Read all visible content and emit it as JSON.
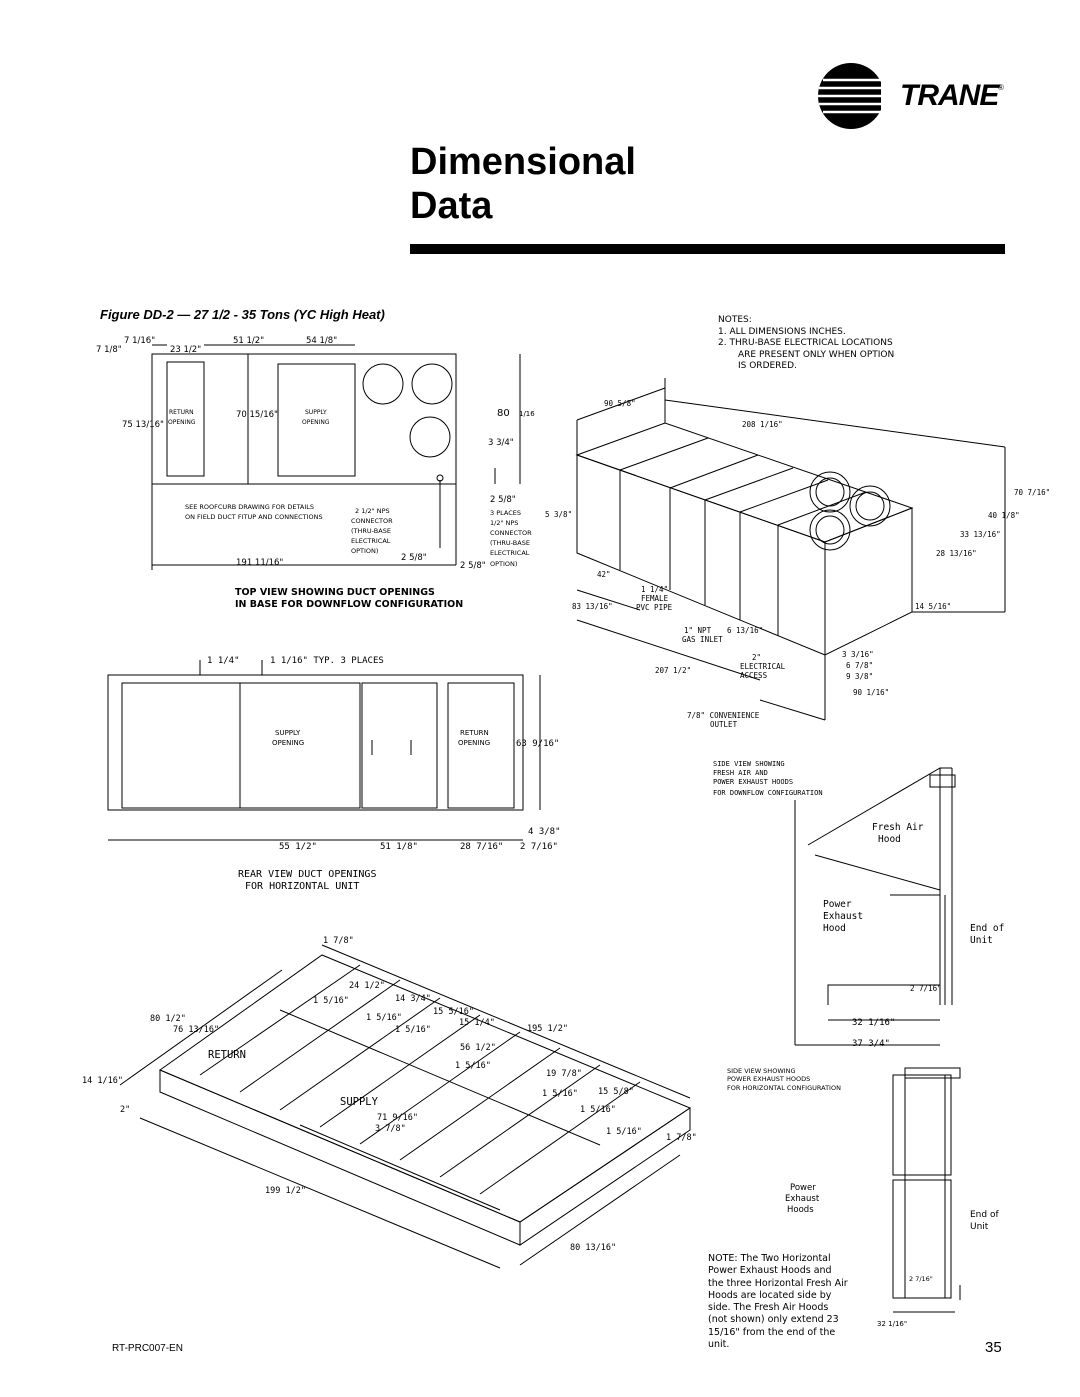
{
  "brand": {
    "name": "TRANE",
    "registered": "®"
  },
  "page": {
    "title_line1": "Dimensional",
    "title_line2": "Data",
    "figure_caption": "Figure DD-2 — 27 1/2 - 35 Tons (YC High Heat)",
    "doc_id": "RT-PRC007-EN",
    "page_number": "35"
  },
  "notes": {
    "heading": "NOTES:",
    "n1": "1.  ALL DIMENSIONS INCHES.",
    "n2a": "2.  THRU-BASE ELECTRICAL LOCATIONS",
    "n2b": "ARE PRESENT ONLY WHEN OPTION",
    "n2c": "IS ORDERED."
  },
  "top_view": {
    "caption1": "TOP VIEW SHOWING DUCT OPENINGS",
    "caption2": "IN BASE FOR DOWNFLOW CONFIGURATION",
    "d_7_1_16": "7 1/16\"",
    "d_7_1_8": "7 1/8\"",
    "d_23_1_2": "23 1/2\"",
    "d_51_1_2": "51 1/2\"",
    "d_54_1_8": "54 1/8\"",
    "d_75_13_16": "75 13/16\"",
    "d_70_15_16": "70 15/16\"",
    "d_80_1_16": "80",
    "d_80_1_16b": "1/16",
    "d_3_3_4": "3 3/4\"",
    "d_2_5_8": "2 5/8\"",
    "d_191": "191 11/16\"",
    "d_2_5_8b": "2 5/8\"",
    "d_2_5_8c": "2 5/8\"",
    "return1": "RETURN",
    "return2": "OPENING",
    "supply1": "SUPPLY",
    "supply2": "OPENING",
    "see1": "SEE ROOFCURB DRAWING FOR DETAILS",
    "see2": "ON FIELD DUCT FITUP AND CONNECTIONS",
    "nps1": "2 1/2\" NPS",
    "nps2": "CONNECTOR",
    "nps3": "(THRU-BASE",
    "nps4": "ELECTRICAL",
    "nps5": "OPTION)",
    "pl1": "3 PLACES",
    "pl2": "1/2\" NPS",
    "pl3": "CONNECTOR",
    "pl4": "(THRU-BASE",
    "pl5": "ELECTRICAL",
    "pl6": "OPTION)"
  },
  "iso_view": {
    "d_90_5_8": "90 5/8\"",
    "d_208": "208 1/16\"",
    "d_70_7_16": "70 7/16\"",
    "d_40_1_8": "40 1/8\"",
    "d_33_13_16": "33 13/16\"",
    "d_28_13_16": "28 13/16\"",
    "d_14_5_16": "14 5/16\"",
    "d_5_3_8": "5 3/8\"",
    "d_42": "42\"",
    "d_83": "83 13/16\"",
    "d_1_1_4": "1 1/4\"",
    "female": "FEMALE",
    "pvc": "PVC PIPE",
    "npt": "1\" NPT",
    "gas": "GAS INLET",
    "d_6_13_16": "6 13/16\"",
    "d_207": "207 1/2\"",
    "d_2": "2\"",
    "elec1": "ELECTRICAL",
    "elec2": "ACCESS",
    "d_3_3_16": "3 3/16\"",
    "d_6_7_8": "6 7/8\"",
    "d_9_3_8": "9 3/8\"",
    "d_90_1_16": "90 1/16\"",
    "conv1": "7/8\" CONVENIENCE",
    "conv2": "OUTLET"
  },
  "rear_view": {
    "caption1": "REAR VIEW DUCT OPENINGS",
    "caption2": "FOR HORIZONTAL UNIT",
    "d_1_1_4": "1 1/4\"",
    "d_1_1_16": "1 1/16\" TYP. 3 PLACES",
    "supply1": "SUPPLY",
    "supply2": "OPENING",
    "return1": "RETURN",
    "return2": "OPENING",
    "d_63": "63 9/16\"",
    "d_4_3_8": "4 3/8\"",
    "d_55": "55 1/2\"",
    "d_51": "51 1/8\"",
    "d_28": "28 7/16\"",
    "d_2_7_16": "2 7/16\""
  },
  "side_view1": {
    "cap1": "SIDE VIEW SHOWING",
    "cap2": "FRESH AIR AND",
    "cap3": "POWER EXHAUST HOODS",
    "cap4": "FOR DOWNFLOW CONFIGURATION",
    "fresh1": "Fresh Air",
    "fresh2": "Hood",
    "pe1": "Power",
    "pe2": "Exhaust",
    "pe3": "Hood",
    "end1": "End of",
    "end2": "Unit",
    "d_2_7_16": "2 7/16\"",
    "d_32": "32 1/16\"",
    "d_37": "37 3/4\""
  },
  "side_view2": {
    "cap1": "SIDE VIEW SHOWING",
    "cap2": "POWER EXHAUST HOODS",
    "cap3": "FOR HORIZONTAL CONFIGURATION",
    "pe1": "Power",
    "pe2": "Exhaust",
    "pe3": "Hoods",
    "end1": "End of",
    "end2": "Unit",
    "d_2_7_16": "2 7/16\"",
    "d_32": "32 1/16\""
  },
  "curb_view": {
    "d_1_7_8": "1 7/8\"",
    "d_24_1_2": "24 1/2\"",
    "d_1_5_16a": "1 5/16\"",
    "d_14_3_4": "14 3/4\"",
    "d_80_1_2": "80 1/2\"",
    "d_1_5_16b": "1 5/16\"",
    "d_15_5_16": "15 5/16\"",
    "d_76": "76 13/16\"",
    "d_1_5_16c": "1 5/16\"",
    "d_15_1_4": "15 1/4\"",
    "d_195": "195 1/2\"",
    "return": "RETURN",
    "d_56": "56 1/2\"",
    "d_1_5_16d": "1 5/16\"",
    "d_14_1_16": "14 1/16\"",
    "d_19_7_8": "19 7/8\"",
    "d_1_5_16e": "1 5/16\"",
    "d_15_5_8": "15 5/8\"",
    "d_2": "2\"",
    "supply": "SUPPLY",
    "d_1_5_16f": "1 5/16\"",
    "d_71": "71 9/16\"",
    "d_3_7_8": "3 7/8\"",
    "d_1_5_16g": "1 5/16\"",
    "d_1_7_8b": "1 7/8\"",
    "d_199": "199 1/2\"",
    "d_80_13_16": "80 13/16\""
  },
  "bottom_note": "NOTE: The Two Horizontal Power Exhaust Hoods and the three Horizontal Fresh Air Hoods are located side by side. The Fresh Air Hoods (not shown) only extend 23 15/16\" from the end of the unit."
}
